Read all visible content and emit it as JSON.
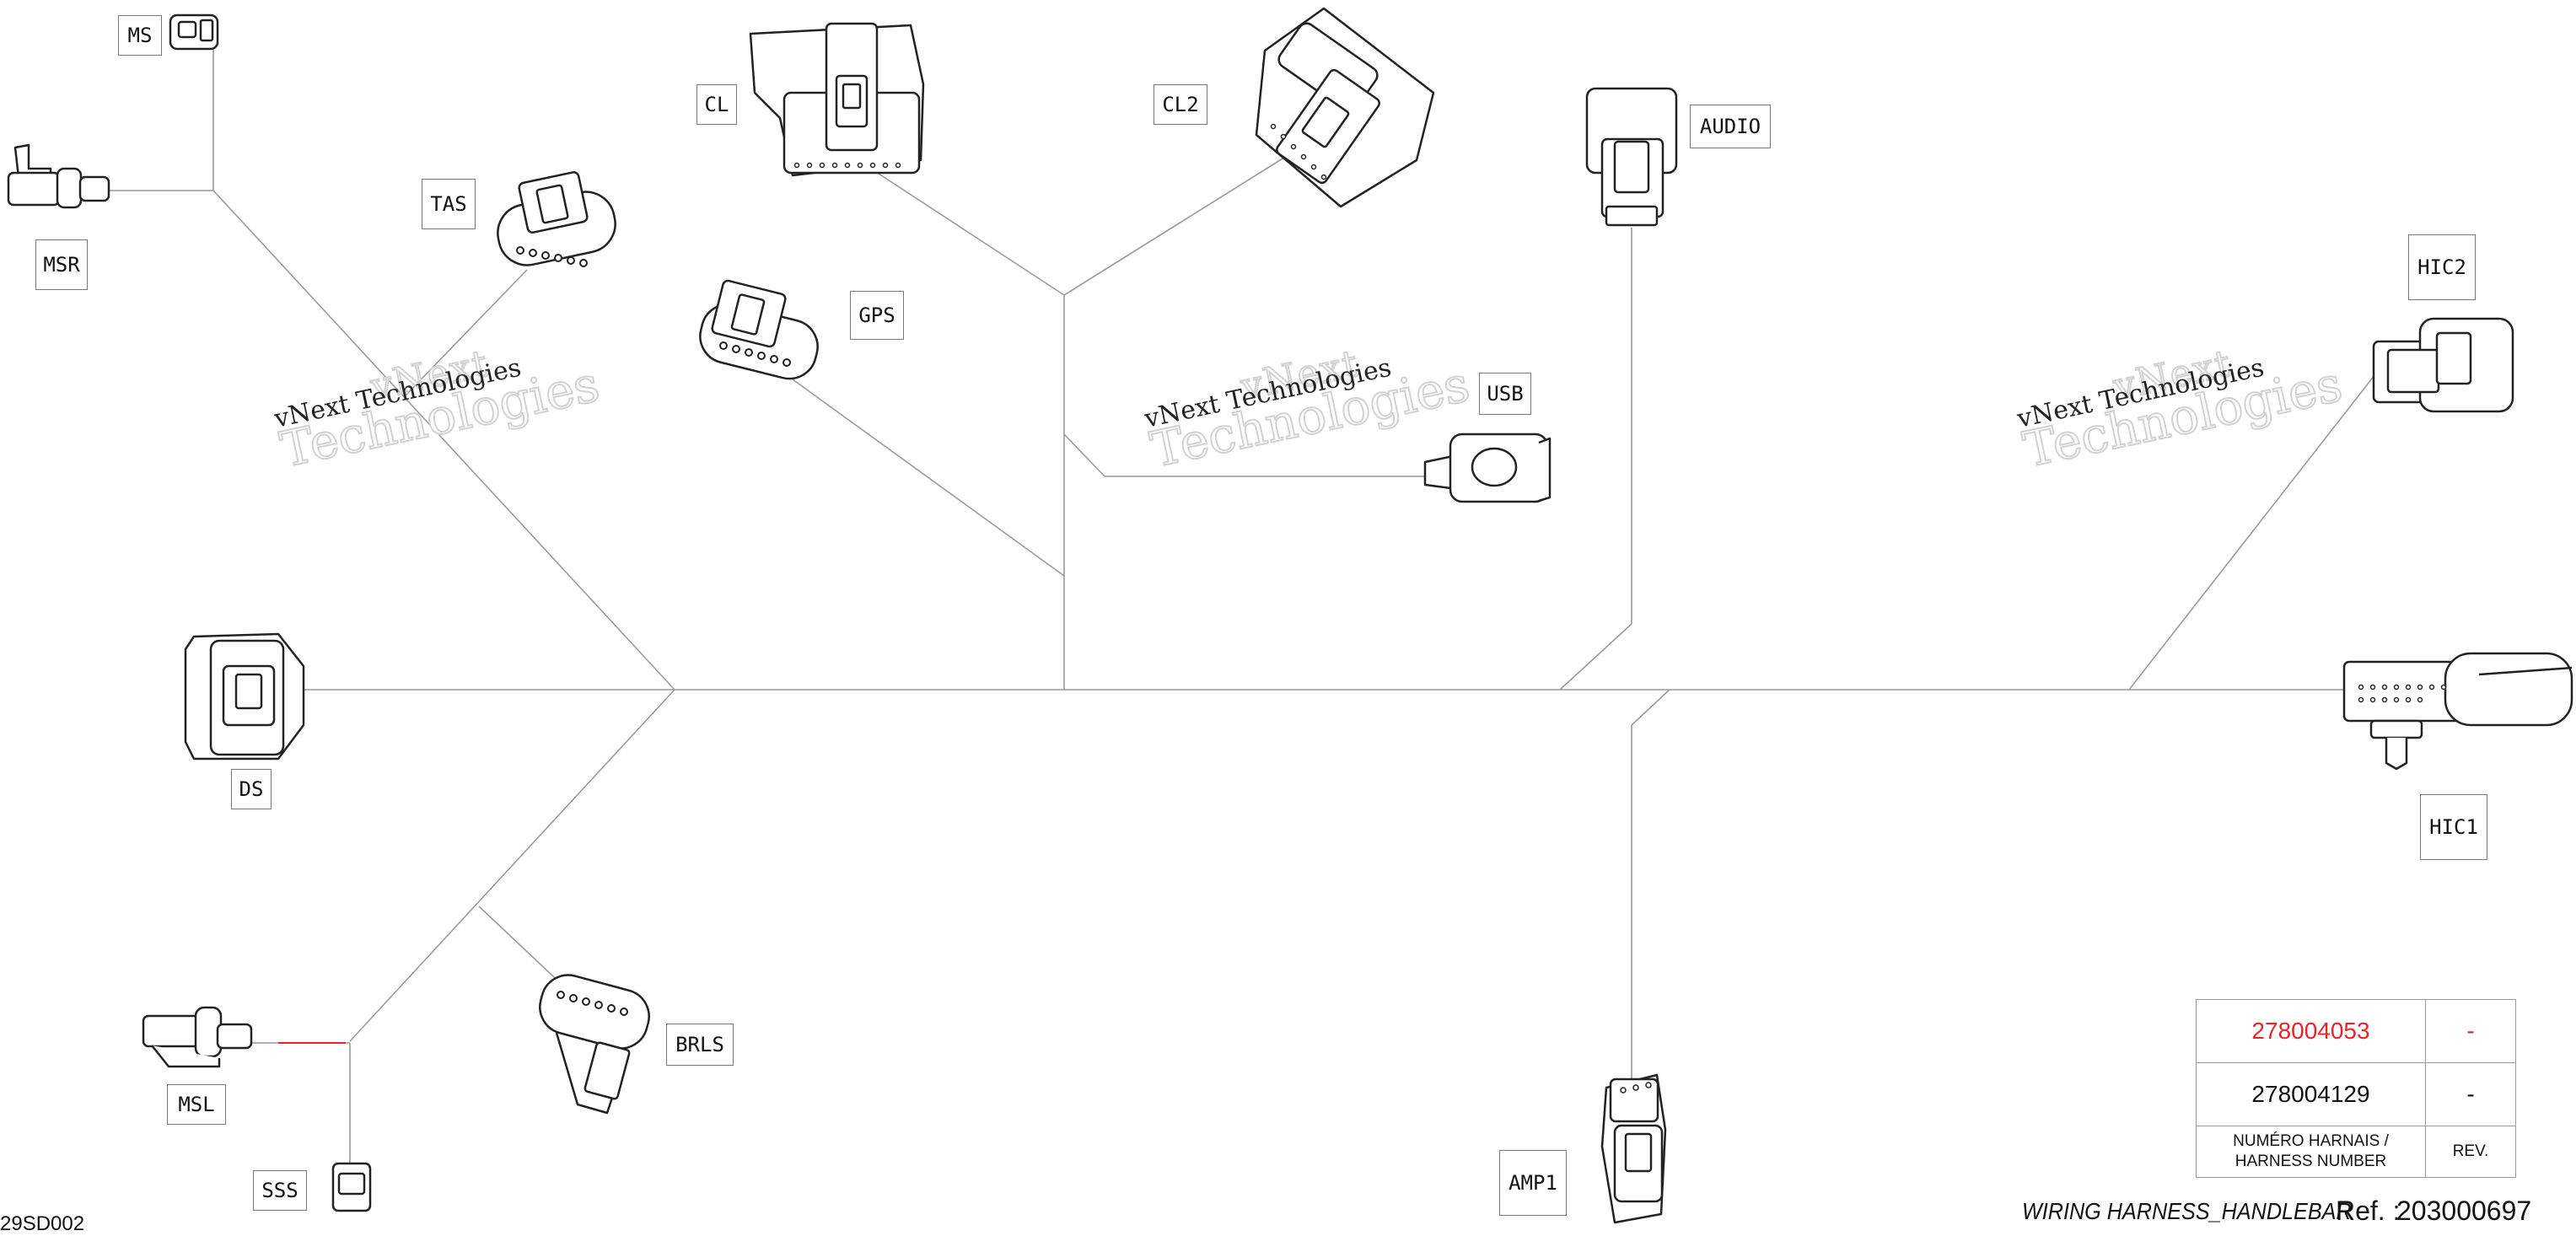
{
  "diagram": {
    "connectors": {
      "ms": "MS",
      "msr": "MSR",
      "tas": "TAS",
      "cl": "CL",
      "cl2": "CL2",
      "gps": "GPS",
      "audio": "AUDIO",
      "usb": "USB",
      "hic2": "HIC2",
      "ds": "DS",
      "hic1": "HIC1",
      "msl": "MSL",
      "brls": "BRLS",
      "sss": "SSS",
      "amp1": "AMP1"
    },
    "watermark": {
      "line1": "vNext",
      "line2": "vNext Technologies",
      "line3": "Technologies"
    },
    "colors": {
      "line": "#9a9a9a",
      "highlight": "#e8232a",
      "text": "#111111"
    }
  },
  "harness_table": {
    "rows": [
      {
        "number": "278004053",
        "rev": "-",
        "highlighted": true
      },
      {
        "number": "278004129",
        "rev": "-",
        "highlighted": false
      }
    ],
    "header_number": "NUMÉRO HARNAIS / HARNESS NUMBER",
    "header_rev": "REV."
  },
  "footer": {
    "drawing_code": "29SD002",
    "title": "WIRING HARNESS_HANDLEBAR",
    "ref_label": "Ref. :",
    "ref_number": "203000697"
  }
}
